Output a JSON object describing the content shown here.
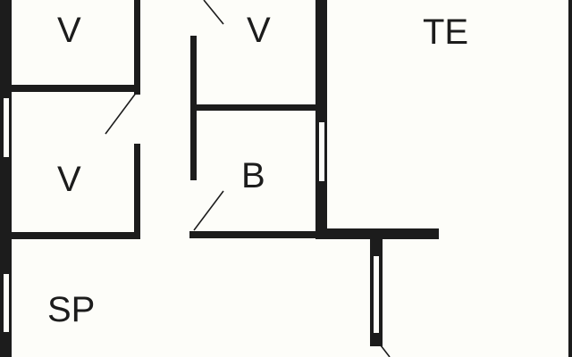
{
  "plan": {
    "rooms": [
      {
        "id": "v1",
        "label": "V"
      },
      {
        "id": "v2",
        "label": "V"
      },
      {
        "id": "v3",
        "label": "V"
      },
      {
        "id": "b",
        "label": "B"
      },
      {
        "id": "te",
        "label": "TE"
      },
      {
        "id": "sp",
        "label": "SP"
      }
    ],
    "colors": {
      "wall": "#1c1c1c",
      "background": "#fdfdf9"
    }
  }
}
